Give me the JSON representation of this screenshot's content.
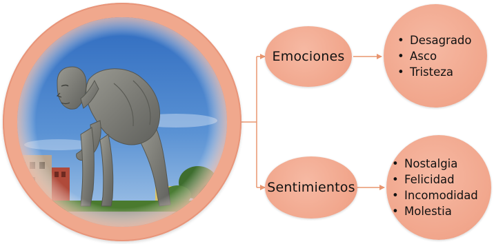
{
  "colors": {
    "node_fill": "#f1a68c",
    "node_outer": "#f0a88d",
    "connector": "#e8956f",
    "sky": "#3b76c7"
  },
  "nodes": {
    "emociones": {
      "label": "Emociones",
      "items": [
        "Desagrado",
        "Asco",
        "Tristeza"
      ]
    },
    "sentimientos": {
      "label": "Sentimientos",
      "items": [
        "Nostalgia",
        "Felicidad",
        "Incomodidad",
        "Molestia"
      ]
    }
  }
}
